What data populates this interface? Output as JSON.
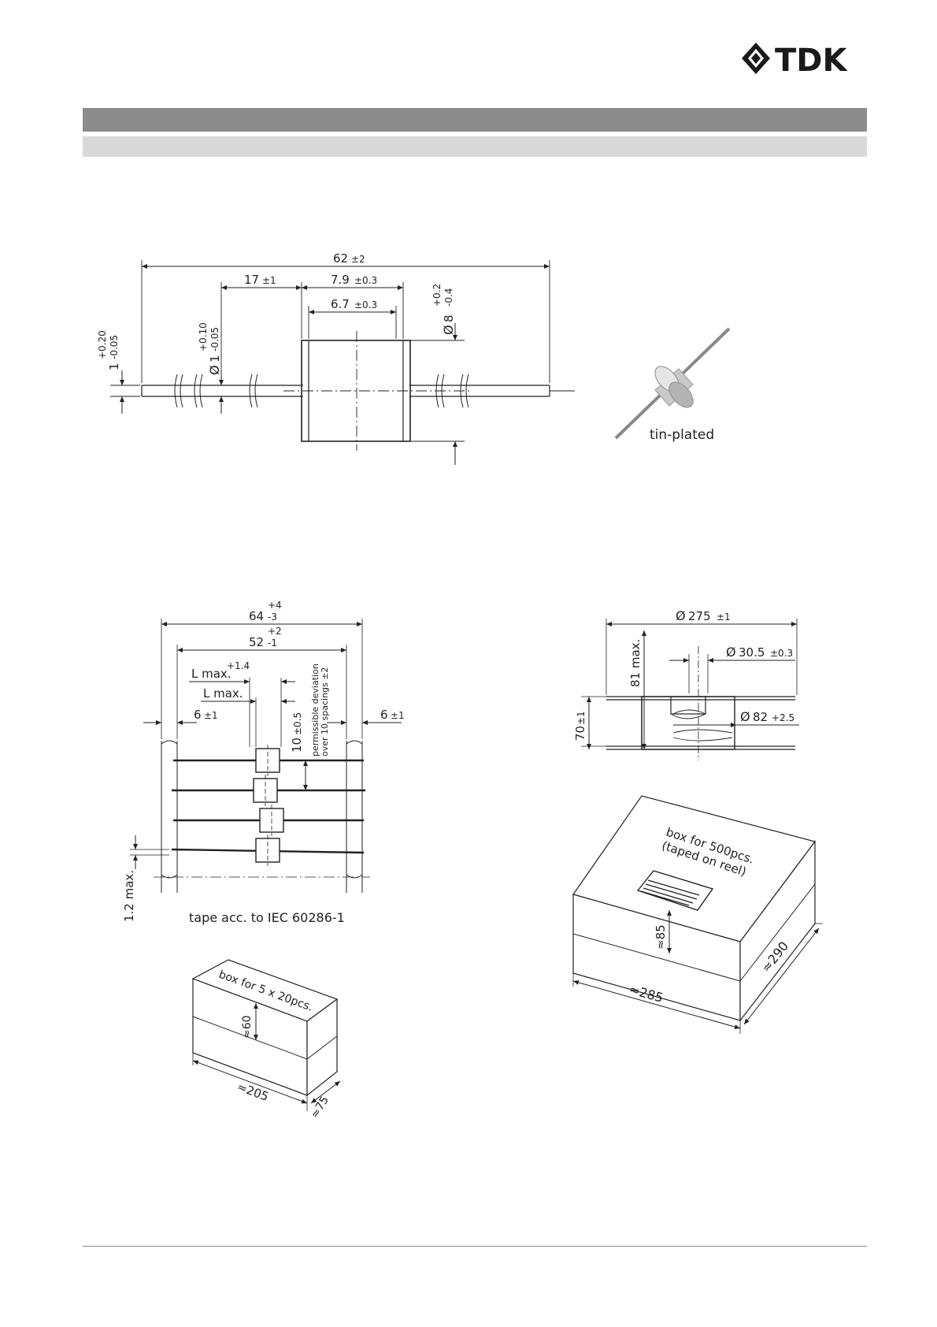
{
  "brand": {
    "name": "TDK"
  },
  "component_drawing": {
    "dim_overall_length": "62",
    "tol_overall_length": "±2",
    "dim_lead_to_body": "17",
    "tol_lead_to_body": "±1",
    "dim_body_length": "7.9",
    "tol_body_length": "±0.3",
    "dim_body_inner": "6.7",
    "tol_body_inner": "±0.3",
    "dim_body_diameter": "8",
    "tol_body_diameter_plus": "+0.2",
    "tol_body_diameter_minus": "-0.4",
    "dim_lead_diameter": "1",
    "tol_lead_diameter_plus": "+0.10",
    "tol_lead_diameter_minus": "-0.05",
    "dim_lead_thickness": "1",
    "tol_lead_thickness_plus": "+0.20",
    "tol_lead_thickness_minus": "-0.05",
    "diameter_symbol": "Ø",
    "photo_caption": "tin-plated"
  },
  "tape_drawing": {
    "dim_outer_width": "64",
    "tol_outer_plus": "+4",
    "tol_outer_minus": "-3",
    "dim_inner_width": "52",
    "tol_inner_plus": "+2",
    "tol_inner_minus": "-1",
    "label_l_max_tol": "L max.",
    "tol_l_max": "+1.4",
    "label_l_max": "L max.",
    "dim_edge_left": "6",
    "tol_edge_left": "±1",
    "dim_edge_right": "6",
    "tol_edge_right": "±1",
    "dim_pitch": "10",
    "tol_pitch": "±0.5",
    "note_deviation_line1": "permissible deviation",
    "note_deviation_line2": "over 10 spacings ±2",
    "dim_offset": "1.2 max.",
    "caption": "tape acc. to IEC 60286-1"
  },
  "reel_drawing": {
    "dim_reel_diameter": "275",
    "tol_reel_diameter": "±1",
    "dim_hub_bore": "30.5",
    "tol_hub_bore": "±0.3",
    "dim_hub": "82",
    "tol_hub": "+2.5",
    "dim_height_max": "81 max.",
    "dim_inner_width": "70",
    "tol_inner_width": "±1"
  },
  "box_large": {
    "label_line1": "box for 500pcs.",
    "label_line2": "(taped on reel)",
    "dim_height": "≈85",
    "dim_length": "≈285",
    "dim_depth": "≈290"
  },
  "box_small": {
    "label": "box for 5 x 20pcs.",
    "dim_height": "≈60",
    "dim_length": "≈205",
    "dim_depth": "≈75"
  }
}
